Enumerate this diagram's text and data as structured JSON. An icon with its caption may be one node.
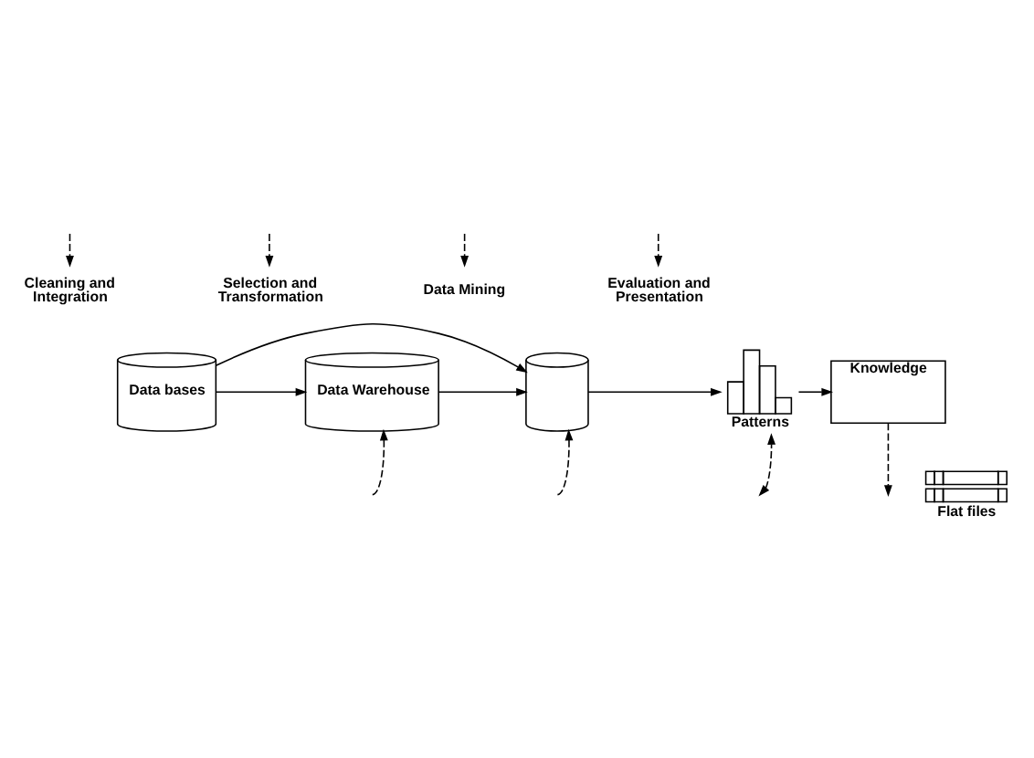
{
  "diagram": {
    "nodes": [
      {
        "text": [
          "Cleaning and Integration"
        ]
      },
      {
        "text": [
          "Data bases"
        ]
      },
      {
        "text": [
          "Flat files"
        ]
      },
      {
        "text": [
          "Selection and Transformation"
        ]
      },
      {
        "text": [
          "Data Warehouse"
        ]
      },
      {
        "text": [
          "Data Mining"
        ]
      },
      {
        "text": [],
        "shape": "cylinder"
      },
      {
        "text": [
          "Evaluation and Presentation"
        ]
      },
      {
        "text": [
          "Patterns"
        ]
      },
      {
        "text": [
          "Knowledge"
        ]
      }
    ],
    "edges": [
      {
        "from": 1,
        "to": 4,
        "arrow": "to"
      },
      {
        "from": 1,
        "to": 6,
        "arrow": "to"
      },
      {
        "from": 4,
        "to": 6,
        "arrow": "to"
      },
      {
        "from": 6,
        "to": 8,
        "arrow": "to"
      },
      {
        "from": 8,
        "to": 9,
        "arrow": "to"
      },
      {
        "from": null,
        "to": 0,
        "arrow": "to",
        "style": "dashed"
      },
      {
        "from": null,
        "to": 3,
        "arrow": "to",
        "style": "dashed"
      },
      {
        "from": null,
        "to": 5,
        "arrow": "to",
        "style": "dashed"
      },
      {
        "from": null,
        "to": 7,
        "arrow": "to",
        "style": "dashed"
      },
      {
        "from": 9,
        "to": null,
        "arrow": "to",
        "style": "dashed"
      },
      {
        "from": null,
        "to": 8,
        "arrow": "both",
        "style": "dashed"
      },
      {
        "from": null,
        "to": 6,
        "arrow": "to",
        "style": "dashed"
      },
      {
        "from": null,
        "to": 4,
        "arrow": "to",
        "style": "dashed"
      }
    ]
  }
}
